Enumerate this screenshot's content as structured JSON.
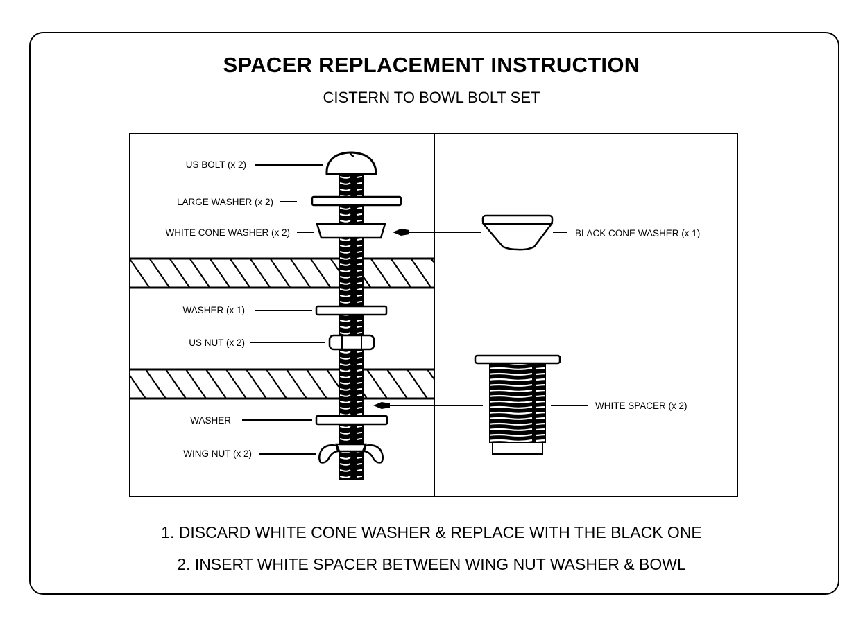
{
  "header": {
    "title": "SPACER REPLACEMENT INSTRUCTION",
    "subtitle": "CISTERN TO BOWL BOLT SET"
  },
  "diagram": {
    "left_panel": {
      "labels": {
        "us_bolt": "US BOLT (x 2)",
        "large_washer": "LARGE WASHER (x 2)",
        "white_cone_washer": "WHITE CONE WASHER (x 2)",
        "washer_x1": "WASHER (x 1)",
        "us_nut": "US NUT (x 2)",
        "washer": "WASHER",
        "wing_nut": "WING NUT (x 2)"
      }
    },
    "right_panel": {
      "labels": {
        "black_cone_washer": "BLACK CONE WASHER (x 1)",
        "white_spacer": "WHITE SPACER (x 2)"
      }
    }
  },
  "instructions": [
    "1. DISCARD WHITE CONE WASHER & REPLACE WITH THE BLACK ONE",
    "2. INSERT WHITE SPACER BETWEEN WING NUT WASHER & BOWL"
  ]
}
